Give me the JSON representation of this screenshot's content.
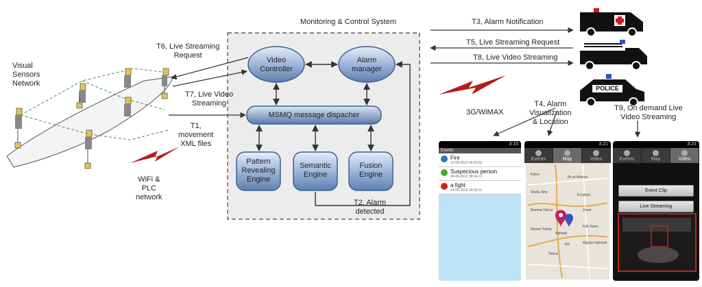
{
  "system_title": "Monitoring & Control System",
  "sensors_label": [
    "Visual",
    "Sensors",
    "Network"
  ],
  "wifi_label": [
    "WiFi &",
    "PLC",
    "network"
  ],
  "wimax_label": "3G/WiMAX",
  "nodes": {
    "video_controller": [
      "Video",
      "Controller"
    ],
    "alarm_manager": [
      "Alarm",
      "manager"
    ],
    "msmq": "MSMQ message dispacher",
    "pattern_engine": [
      "Pattern",
      "Revealing",
      "Engine"
    ],
    "semantic_engine": [
      "Semantic",
      "Engine"
    ],
    "fusion_engine": [
      "Fusion",
      "Engine"
    ]
  },
  "edges": {
    "t1": [
      "T1,",
      "movement",
      "XML files"
    ],
    "t2": [
      "T2, Alarm",
      "detected"
    ],
    "t3": "T3, Alarm Notification",
    "t4": [
      "T4, Alarm",
      "Visualization",
      "& Location"
    ],
    "t5": "T5, Live Streaming Request",
    "t6": [
      "T6, Live Streaming",
      "Request"
    ],
    "t7": [
      "T7, Live Video",
      "Streaming"
    ],
    "t8": "T8, Live Video Streaming",
    "t9": [
      "T9, On demand Live",
      "Video Streaming"
    ]
  },
  "vehicles": {
    "police_sign": "POLICE"
  },
  "phone1": {
    "status_time": "3:15",
    "header": "Events",
    "events": [
      {
        "title": "Fire",
        "date": "12-06-2012 06:24:52",
        "color": "#2f6fd1"
      },
      {
        "title": "Suspecious person",
        "date": "04-06-2012 08:04:12",
        "color": "#3fae2a"
      },
      {
        "title": "a fight",
        "date": "14-05-2012 14:33:31",
        "color": "#d42020"
      }
    ]
  },
  "phone2": {
    "status_time": "3:21",
    "tabs": [
      "Events",
      "Map",
      "Video"
    ],
    "map_places": [
      "Bir al-Maksur",
      "Kabul",
      "Shefa-'Amr",
      "Basmat Tab'un",
      "Zarzir",
      "Ka'abiya",
      "Ramat Yishay",
      "Kafr Kana",
      "Nahalal",
      "Ilut",
      "Migdal HaEmek",
      "Timrat"
    ]
  },
  "phone3": {
    "status_time": "3:21",
    "tabs": [
      "Events",
      "Map",
      "Video"
    ],
    "buttons": [
      "Event Clip",
      "Live Streaming"
    ]
  }
}
